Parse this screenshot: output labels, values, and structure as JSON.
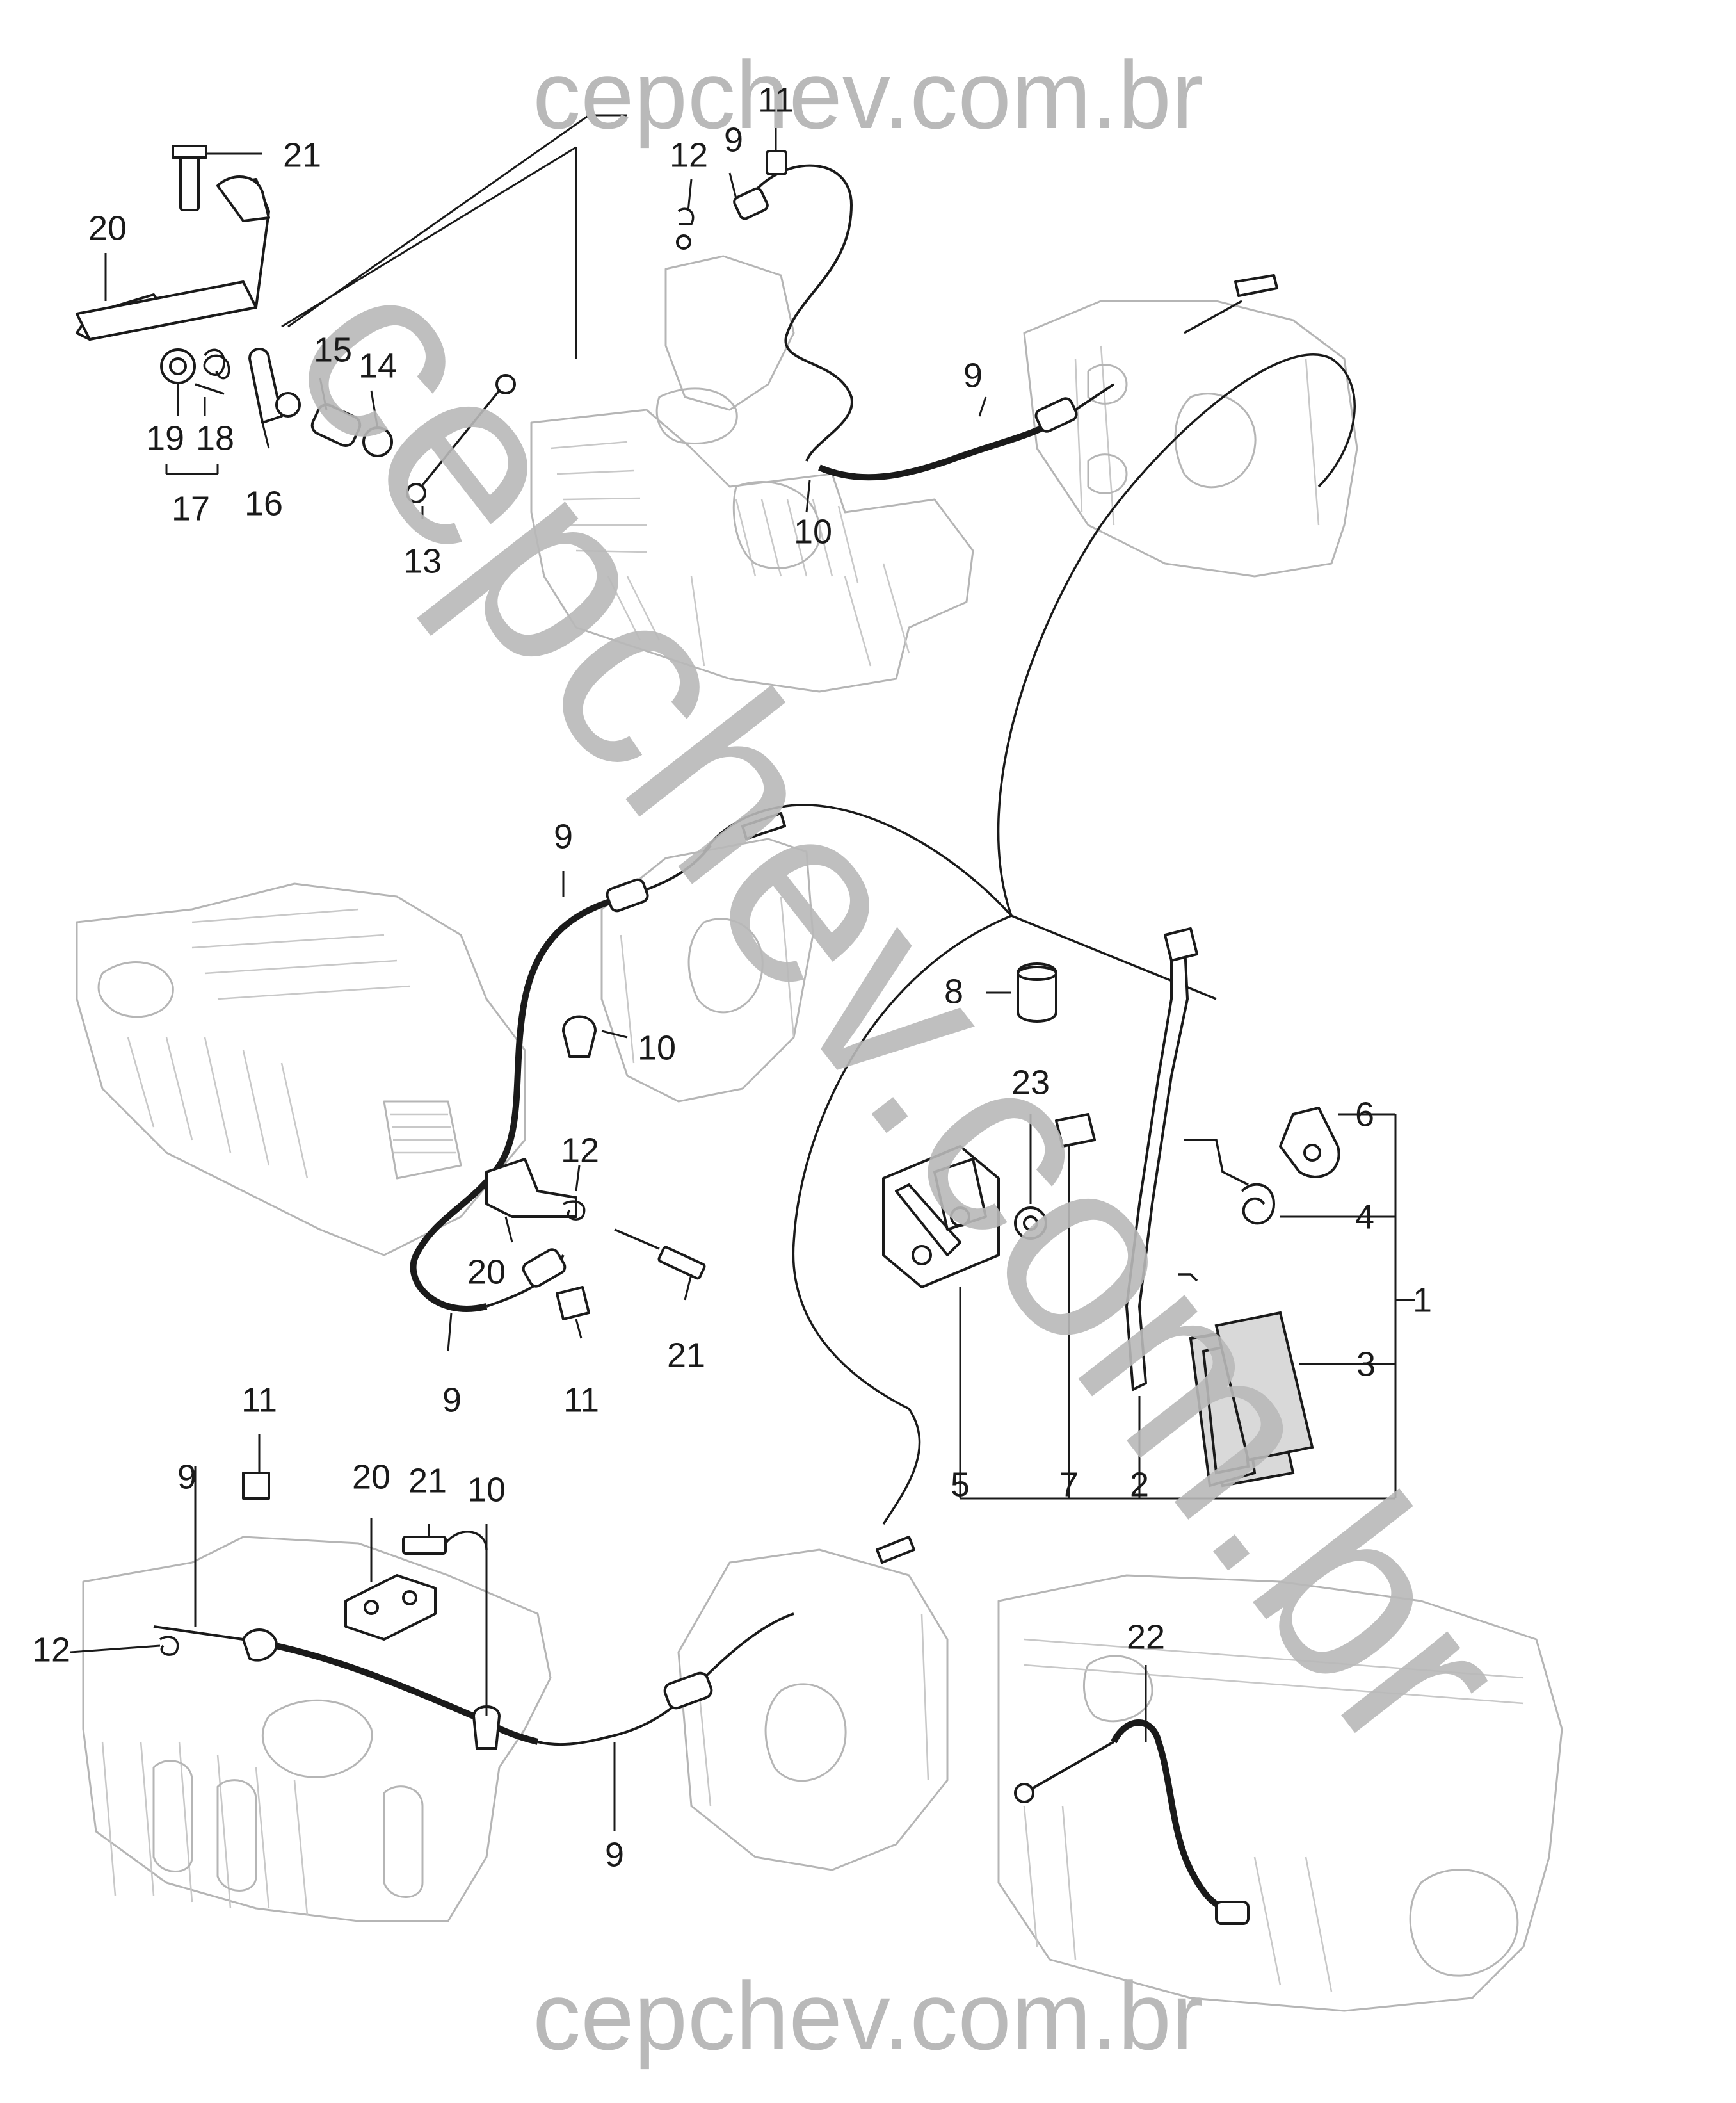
{
  "watermarks": {
    "top": "cepchev.com.br",
    "bottom": "cepchev.com.br",
    "diagonal": "cepchev.com.br"
  },
  "callouts": {
    "c1": "1",
    "c2": "2",
    "c3": "3",
    "c4": "4",
    "c5": "5",
    "c6": "6",
    "c7": "7",
    "c8": "8",
    "c9": "9",
    "c10": "10",
    "c11": "11",
    "c12": "12",
    "c13": "13",
    "c14": "14",
    "c15": "15",
    "c16": "16",
    "c17": "17",
    "c18": "18",
    "c19": "19",
    "c20": "20",
    "c21": "21",
    "c22": "22",
    "c23": "23"
  },
  "colors": {
    "ink": "#1a1a1a",
    "engine_line": "#b5b5b5",
    "watermark": "#b9b9b9",
    "pad_fill": "#d9d9d9"
  }
}
